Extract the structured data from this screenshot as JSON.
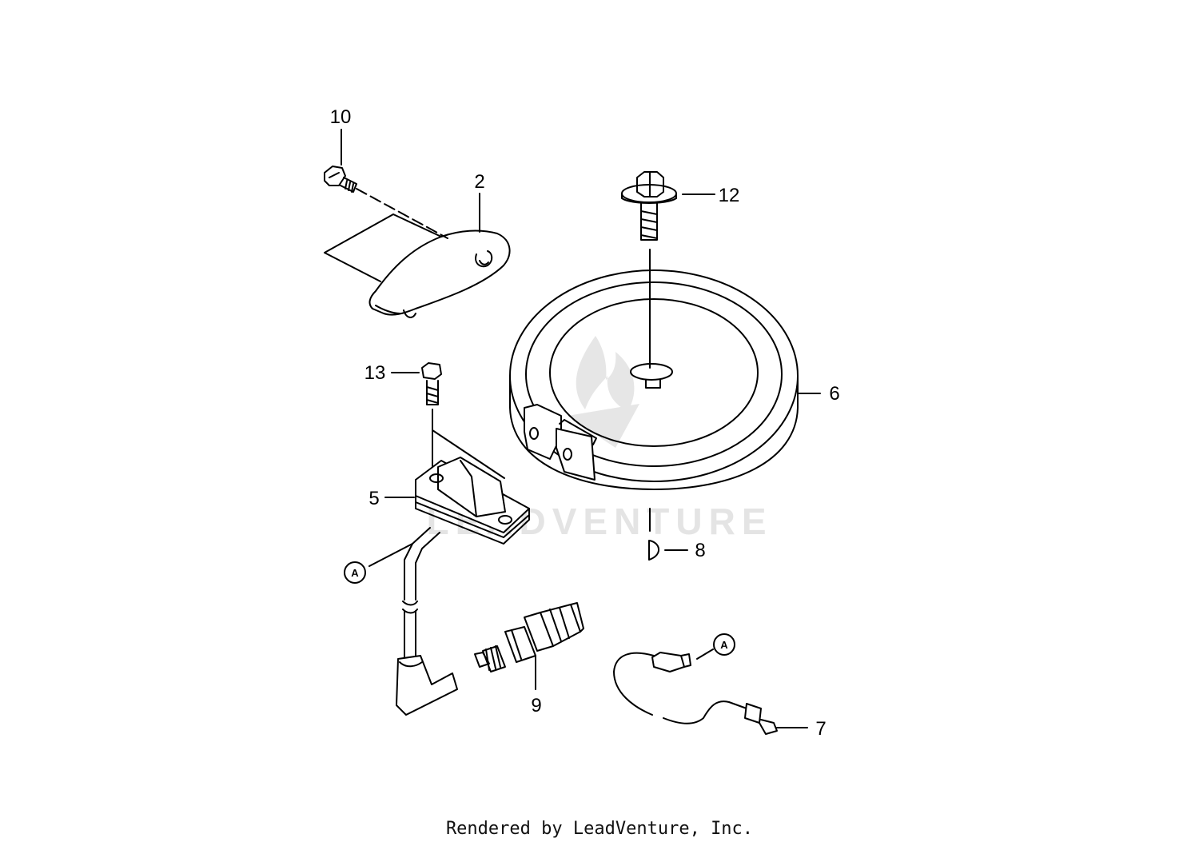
{
  "callouts": {
    "c10": "10",
    "c2": "2",
    "c12": "12",
    "c13": "13",
    "c6": "6",
    "c5": "5",
    "c8": "8",
    "c9": "9",
    "c7": "7"
  },
  "ref_markers": {
    "a1": "A",
    "a2": "A"
  },
  "watermark": {
    "text": "LEADVENTURE",
    "icon": "flame-logo-icon"
  },
  "footer": {
    "text": "Rendered by LeadVenture, Inc."
  },
  "colors": {
    "line": "#000000",
    "watermark": "#e4e4e4"
  }
}
